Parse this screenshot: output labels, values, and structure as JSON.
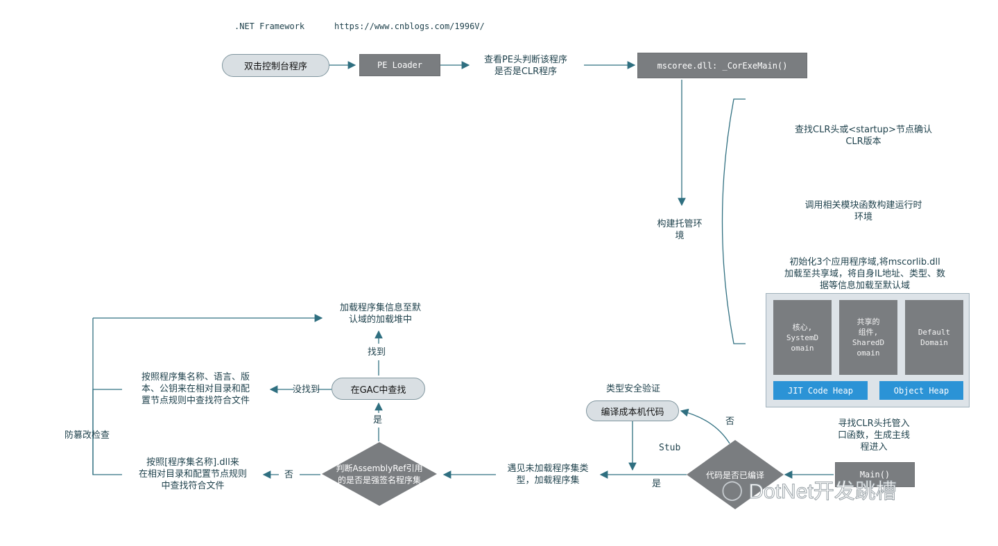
{
  "header": {
    "framework": ".NET Framework",
    "url": "https://www.cnblogs.com/1996V/"
  },
  "nodes": {
    "dblclick": "双击控制台程序",
    "pe_loader": "PE Loader",
    "check_pe": "查看PE头判断该程序\n是否是CLR程序",
    "mscoree": "mscoree.dll: _CorExeMain()",
    "build_env": "构建托管环\n境",
    "find_clr": "查找CLR头或<startup>节点确认\nCLR版本",
    "call_funcs": "调用相关模块函数构建运行时\n环境",
    "init_domains": "初始化3个应用程序域,将mscorlib.dll\n加载至共享域，将自身IL地址、类型、数\n据等信息加载至默认域",
    "domain_core": "核心,\nSystemD\nomain",
    "domain_shared": "共享的\n组件,\nSharedD\nomain",
    "domain_default": "Default\nDomain",
    "jit_heap": "JIT Code Heap",
    "object_heap": "Object Heap",
    "find_entry": "寻找CLR头托管入\n口函数，生成主线\n程进入",
    "main": "Main()",
    "is_compiled": "代码是否已编译",
    "no": "否",
    "yes": "是",
    "stub": "Stub",
    "type_check": "类型安全验证",
    "compile_native": "编译成本机代码",
    "encounter": "遇见未加载程序集类\n型，加载程序集",
    "judge_strong": "判断AssemblyRef引用\n的是否是强签名程序集",
    "no2": "否",
    "by_name": "按照[程序集名称].dll来\n在相对目录和配置节点规则\n中查找符合文件",
    "yes2": "是",
    "gac": "在GAC中查找",
    "found": "找到",
    "not_found": "没找到",
    "by_culture": "按照程序集名称、语言、版\n本、公钥来在相对目录和配\n置节点规则中查找符合文件",
    "load_info": "加载程序集信息至默\n认域的加载堆中",
    "tamper": "防篡改检查"
  },
  "watermark": "DotNet开发跳槽",
  "colors": {
    "line": "#2f6f80",
    "node_gray": "#7a7d80",
    "heap_blue": "#2b93d6",
    "pill": "#d9dfe3"
  }
}
